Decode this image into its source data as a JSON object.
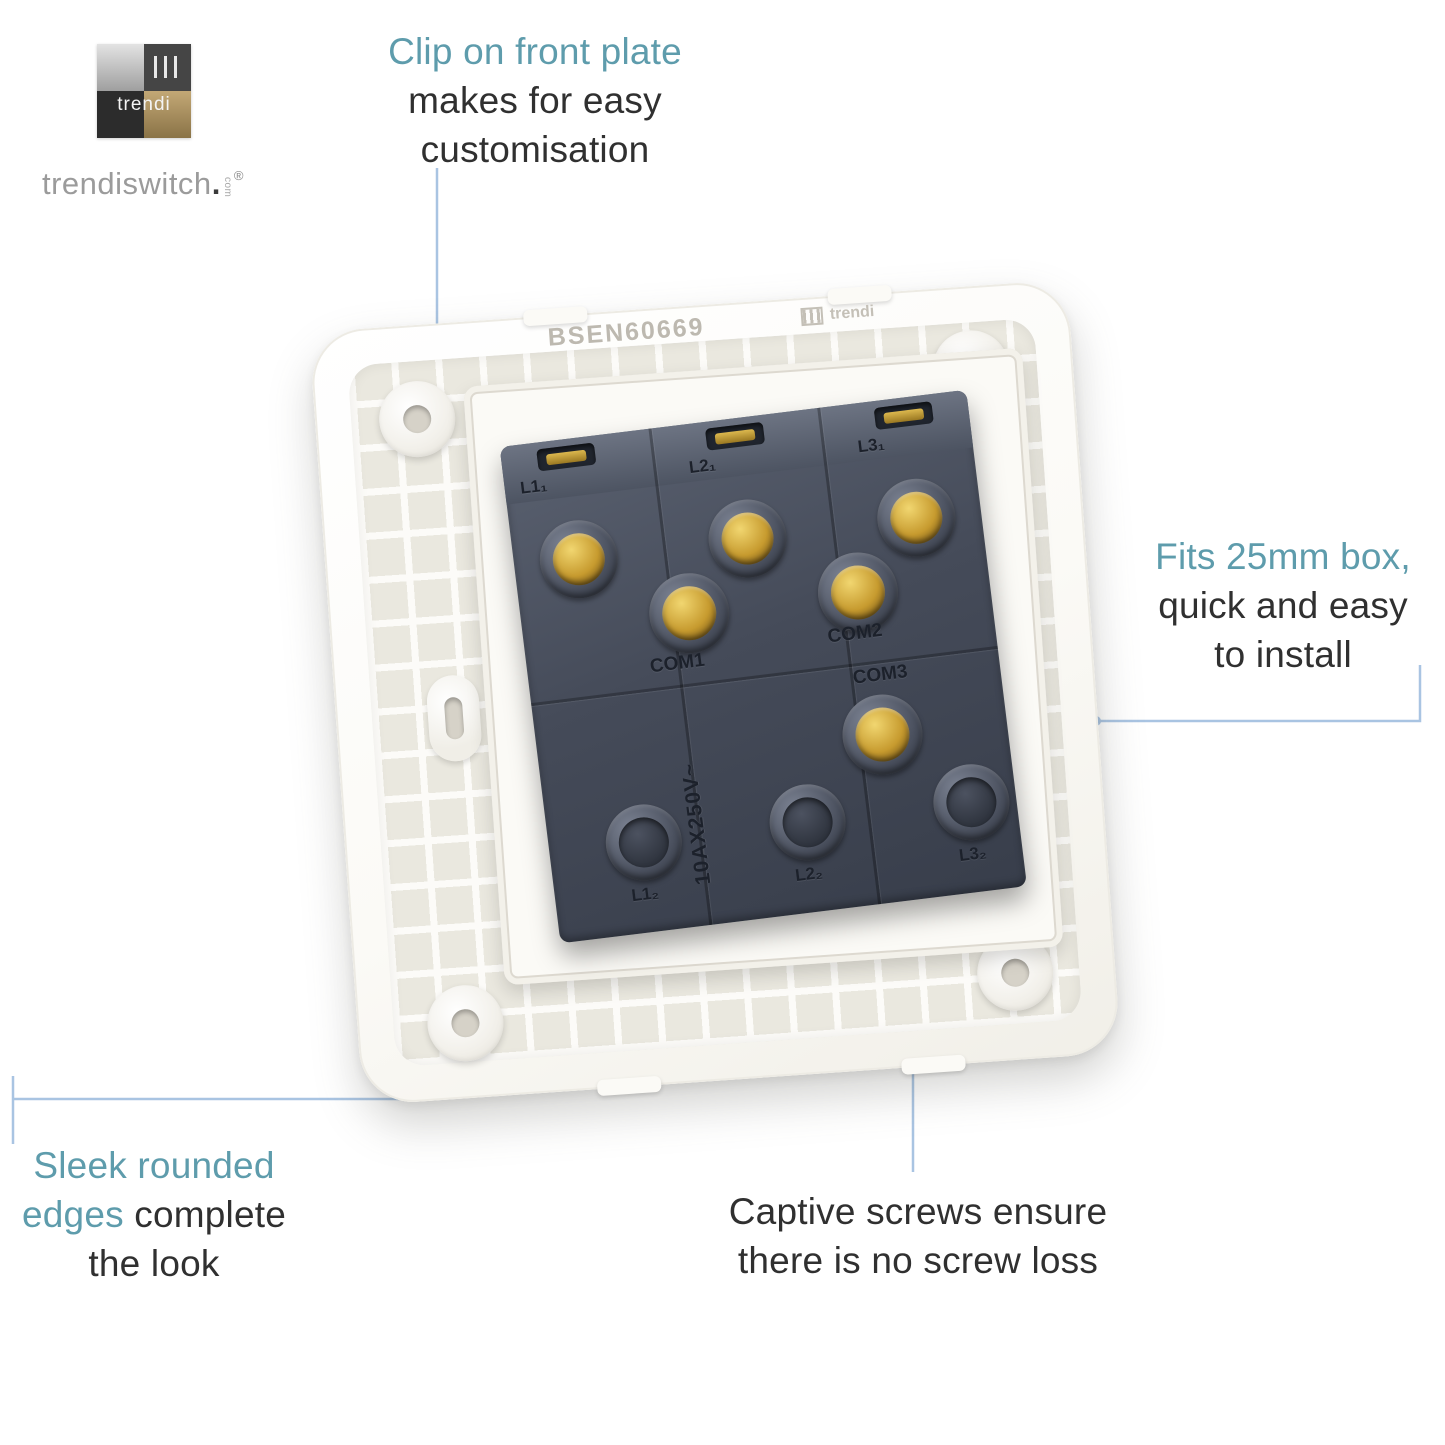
{
  "colors": {
    "teal": "#5E9CAC",
    "ink": "#303030",
    "line": "#A9C4E2"
  },
  "brand": {
    "logo_square_text": "trendi",
    "wordmark": "trendiswitch",
    "dot": ".",
    "com": "com",
    "registered": "®"
  },
  "callouts": {
    "top": {
      "highlight": "Clip on front plate",
      "rest": " makes for easy customisation"
    },
    "right": {
      "highlight": "Fits 25mm box,",
      "rest": " quick and easy to install"
    },
    "bottom_left": {
      "highlight": "Sleek rounded edges",
      "rest": " complete the look"
    },
    "bottom_center": {
      "text": "Captive screws ensure there is no screw loss"
    }
  },
  "plate": {
    "standard": "BSEN60669",
    "logo": "trendi"
  },
  "mechanism": {
    "top_labels": [
      "L1₁",
      "L2₁",
      "L3₁"
    ],
    "com_labels": [
      "COM1",
      "COM2",
      "COM3"
    ],
    "rating": "10AX250V~",
    "bottom_labels": [
      "L1₂",
      "L2₂",
      "L3₂"
    ]
  }
}
